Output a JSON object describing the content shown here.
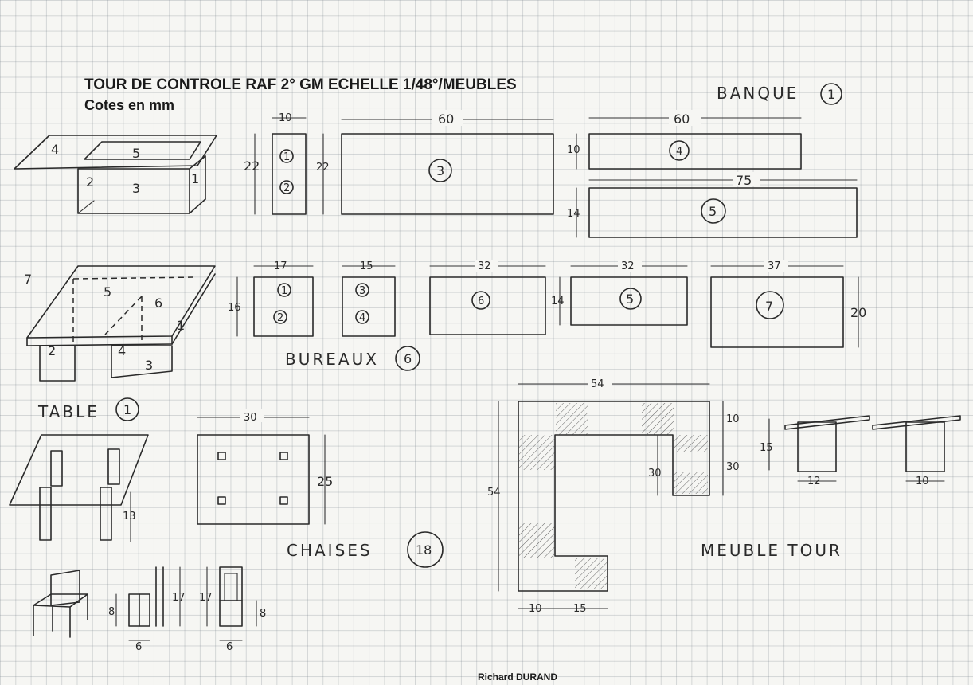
{
  "header": {
    "title": "TOUR DE CONTROLE RAF 2° GM ECHELLE 1/48°/MEUBLES",
    "subtitle": "Cotes en mm"
  },
  "footer": {
    "author": "Richard DURAND"
  },
  "labels": {
    "banque": "BANQUE",
    "banque_count": "1",
    "bureaux": "BUREAUX",
    "bureaux_count": "6",
    "table": "TABLE",
    "table_count": "1",
    "chaises": "CHAISES",
    "chaises_count": "18",
    "meuble_tour": "MEUBLE TOUR"
  },
  "dims": {
    "d10": "10",
    "d22": "22",
    "d60": "60",
    "d75": "75",
    "d14": "14",
    "d17": "17",
    "d15": "15",
    "d32": "32",
    "d37": "37",
    "d16": "16",
    "d20": "20",
    "d30": "30",
    "d25": "25",
    "d13": "13",
    "d8": "8",
    "d6": "6",
    "d54": "54",
    "d12": "12"
  },
  "parts": {
    "p1": "1",
    "p2": "2",
    "p3": "3",
    "p4": "4",
    "p5": "5",
    "p6": "6",
    "p7": "7"
  }
}
